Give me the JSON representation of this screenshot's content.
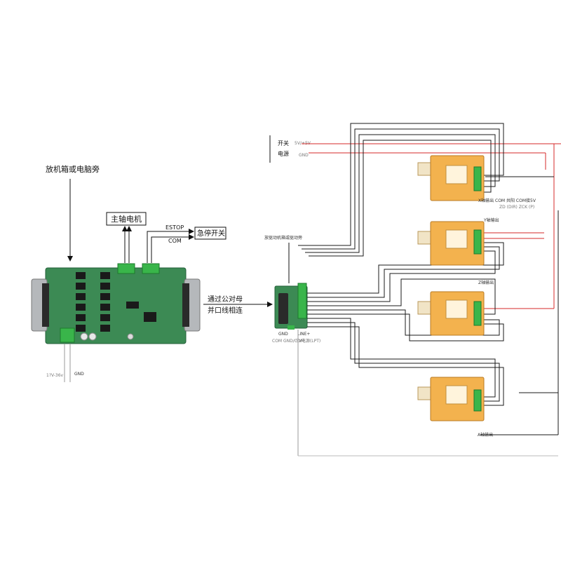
{
  "labels": {
    "pc_text": "放机箱或电脑旁",
    "spindle": "主轴电机",
    "estop_label": "ESTOP",
    "com_label": "COM",
    "estop_switch": "急停开关",
    "connect_line1": "通过公对母",
    "connect_line2": "并口线相连",
    "gnd": "GND",
    "power_partial": "1?V-36v",
    "driver_caption": "放驱动机箱或驱动旁",
    "small_gnd": "GND",
    "small_pwr": "LINE+",
    "small_cap1": "COM GND/COM",
    "small_cap2": "5V电源(LPT)",
    "switch": "开关",
    "power_word": "电源",
    "top_wire_a": "5V/+5V",
    "top_wire_b": "GND",
    "motor1_caption": "X轴输出  COM 共阳 COM接5V",
    "motor1_caption2": "ZD  (DIR)  ZCK  (P)",
    "motor2_caption": "Y轴输出",
    "motor3_caption": "Z轴输出",
    "motor4_caption": "A轴输出"
  },
  "colors": {
    "board_green": "#3c8a54",
    "connector_green": "#39b54a",
    "motor_orange": "#f3b24e",
    "db25_gray": "#b5b8bb",
    "red_wire": "#d62828",
    "black_wire": "#1a1a1a"
  },
  "icons": [
    "motor-icon",
    "db25-connector-icon",
    "terminal-block-icon",
    "breakout-board-icon"
  ]
}
